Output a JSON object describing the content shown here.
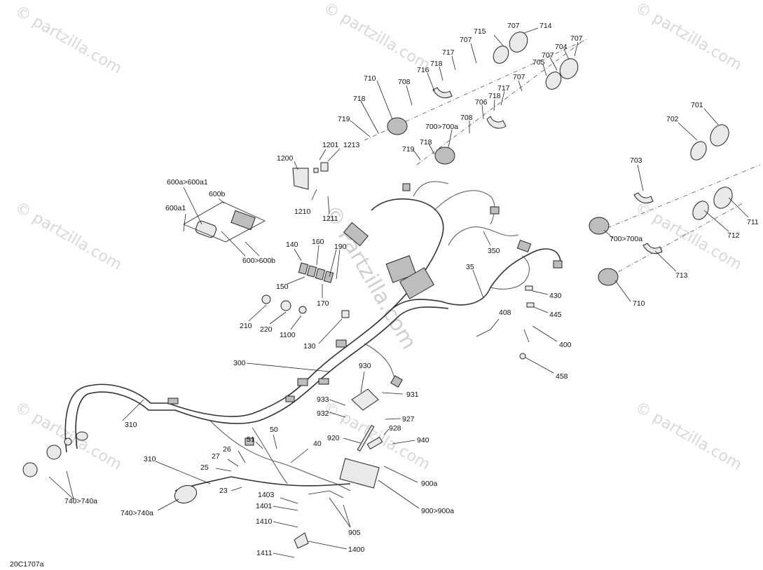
{
  "watermark": {
    "text": "partzilla.com",
    "symbol": "©",
    "center_text": "© Partzilla.com"
  },
  "figure_id": "20C1707a",
  "callouts": [
    {
      "label": "714"
    },
    {
      "label": "715"
    },
    {
      "label": "707"
    },
    {
      "label": "707"
    },
    {
      "label": "717"
    },
    {
      "label": "718"
    },
    {
      "label": "716"
    },
    {
      "label": "710"
    },
    {
      "label": "708"
    },
    {
      "label": "718"
    },
    {
      "label": "719"
    },
    {
      "label": "707"
    },
    {
      "label": "704"
    },
    {
      "label": "707"
    },
    {
      "label": "705"
    },
    {
      "label": "707"
    },
    {
      "label": "717"
    },
    {
      "label": "718"
    },
    {
      "label": "706"
    },
    {
      "label": "708"
    },
    {
      "label": "700>700a"
    },
    {
      "label": "718"
    },
    {
      "label": "719"
    },
    {
      "label": "701"
    },
    {
      "label": "702"
    },
    {
      "label": "703"
    },
    {
      "label": "711"
    },
    {
      "label": "712"
    },
    {
      "label": "700>700a"
    },
    {
      "label": "713"
    },
    {
      "label": "710"
    },
    {
      "label": "1201"
    },
    {
      "label": "1213"
    },
    {
      "label": "1200"
    },
    {
      "label": "1210"
    },
    {
      "label": "1211"
    },
    {
      "label": "600a>600a1"
    },
    {
      "label": "600b"
    },
    {
      "label": "600a1"
    },
    {
      "label": "600>600b"
    },
    {
      "label": "140"
    },
    {
      "label": "160"
    },
    {
      "label": "190"
    },
    {
      "label": "150"
    },
    {
      "label": "170"
    },
    {
      "label": "350"
    },
    {
      "label": "35"
    },
    {
      "label": "430"
    },
    {
      "label": "445"
    },
    {
      "label": "408"
    },
    {
      "label": "400"
    },
    {
      "label": "458"
    },
    {
      "label": "210"
    },
    {
      "label": "220"
    },
    {
      "label": "1100"
    },
    {
      "label": "130"
    },
    {
      "label": "300"
    },
    {
      "label": "930"
    },
    {
      "label": "931"
    },
    {
      "label": "933"
    },
    {
      "label": "932"
    },
    {
      "label": "927"
    },
    {
      "label": "928"
    },
    {
      "label": "920"
    },
    {
      "label": "940"
    },
    {
      "label": "900a"
    },
    {
      "label": "900>900a"
    },
    {
      "label": "310"
    },
    {
      "label": "50"
    },
    {
      "label": "51"
    },
    {
      "label": "40"
    },
    {
      "label": "26"
    },
    {
      "label": "27"
    },
    {
      "label": "25"
    },
    {
      "label": "310"
    },
    {
      "label": "23"
    },
    {
      "label": "740>740a"
    },
    {
      "label": "740>740a"
    },
    {
      "label": "1403"
    },
    {
      "label": "1401"
    },
    {
      "label": "1410"
    },
    {
      "label": "1400"
    },
    {
      "label": "905"
    },
    {
      "label": "1411"
    }
  ]
}
